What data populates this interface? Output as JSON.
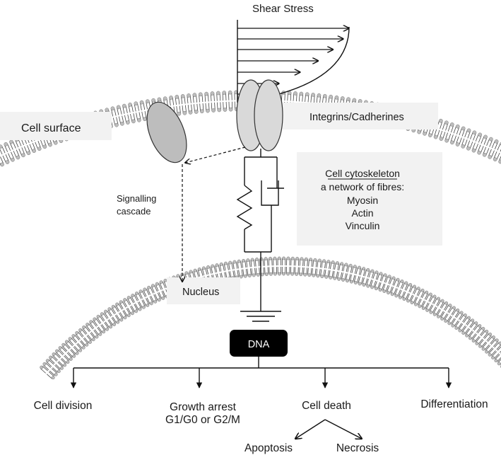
{
  "title": "Shear Stress",
  "labels": {
    "cell_surface": "Cell surface",
    "integrins": "Integrins/Cadherines",
    "signalling_line1": "Signalling",
    "signalling_line2": "cascade",
    "nucleus": "Nucleus",
    "dna": "DNA"
  },
  "cytoskeleton": {
    "heading": "Cell cytoskeleton",
    "lines": [
      "a network of fibres:",
      "Myosin",
      "Actin",
      "Vinculin"
    ]
  },
  "outcomes": [
    {
      "label": "Cell division"
    },
    {
      "label": "Growth arrest",
      "sub": "G1/G0 or G2/M"
    },
    {
      "label": "Cell death"
    },
    {
      "label": "Differentiation"
    }
  ],
  "death_modes": [
    "Apoptosis",
    "Necrosis"
  ]
}
